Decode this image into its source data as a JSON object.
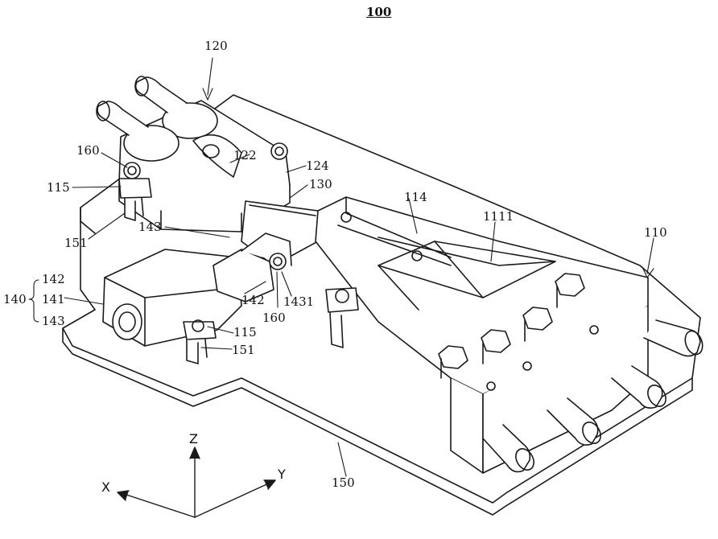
{
  "figure": {
    "number": "100",
    "labels": {
      "l120": "120",
      "l160a": "160",
      "l122": "122",
      "l124": "124",
      "l115a": "115",
      "l130": "130",
      "l114": "114",
      "l1111": "1111",
      "l110": "110",
      "l151a": "151",
      "l143a": "143",
      "l140": "140",
      "l142a": "142",
      "l141": "141",
      "l143b": "143",
      "l142b": "142",
      "l1431": "1431",
      "l160b": "160",
      "l115b": "115",
      "l151b": "151",
      "l150": "150"
    },
    "axes": {
      "z": "Z",
      "x": "X",
      "y": "Y"
    }
  }
}
